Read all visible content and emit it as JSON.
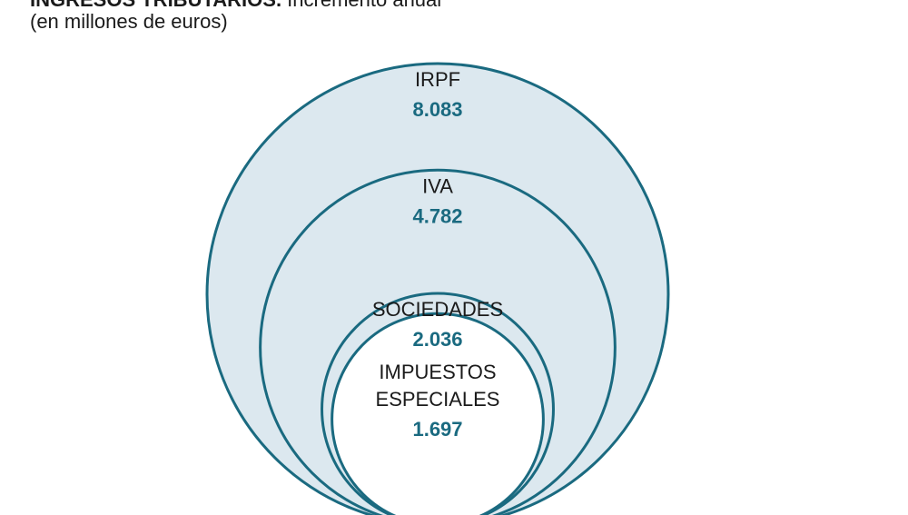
{
  "header": {
    "title_bold": "INGRESOS TRIBUTARIOS.",
    "title_rest": " Incremento anual",
    "subtitle": "(en millones de euros)"
  },
  "colors": {
    "stroke": "#1a6a80",
    "fill": "#dce8ef",
    "value_text": "#1a6a80"
  },
  "chart_data": {
    "type": "nested-bubble",
    "title": "INGRESOS TRIBUTARIOS. Incremento anual",
    "subtitle": "(en millones de euros)",
    "unit": "millones de euros",
    "categories": [
      "IRPF",
      "IVA",
      "SOCIEDADES",
      "IMPUESTOS ESPECIALES"
    ],
    "label_lines": [
      [
        "IRPF"
      ],
      [
        "IVA"
      ],
      [
        "SOCIEDADES"
      ],
      [
        "IMPUESTOS",
        "ESPECIALES"
      ]
    ],
    "value_labels": [
      "8.083",
      "4.782",
      "2.036",
      "1.697"
    ],
    "values": [
      8083,
      4782,
      2036,
      1697
    ]
  }
}
